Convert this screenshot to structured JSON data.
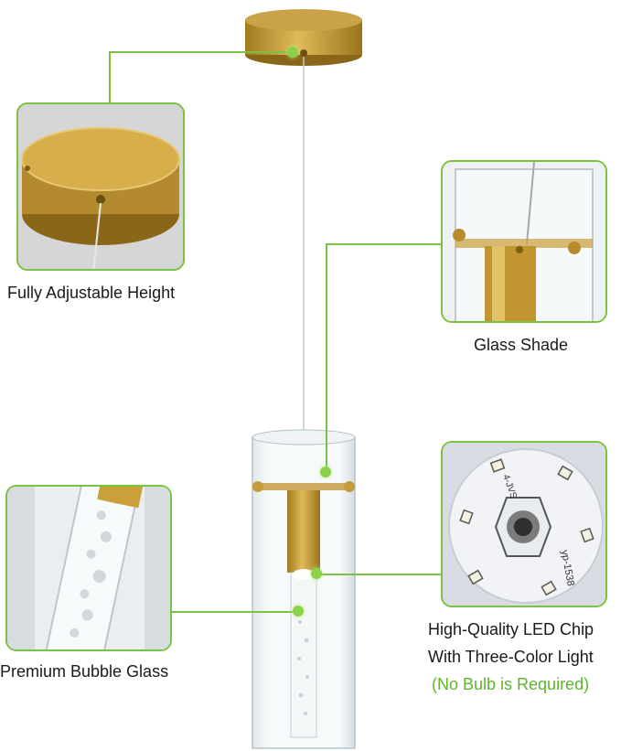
{
  "colors": {
    "accent_green": "#7cc242",
    "brass": "#c9a03a",
    "glass": "#e8eef2"
  },
  "callouts": {
    "height": {
      "label": "Fully Adjustable  Height"
    },
    "shade": {
      "label": "Glass  Shade"
    },
    "bubble": {
      "label": "Premium Bubble Glass"
    },
    "led": {
      "line1": "High-Quality LED Chip",
      "line2": "With Three-Color Light",
      "line3": "(No Bulb is Required)"
    }
  },
  "led_board_text": {
    "code": "yp-1538",
    "marking": "4-JVS"
  }
}
